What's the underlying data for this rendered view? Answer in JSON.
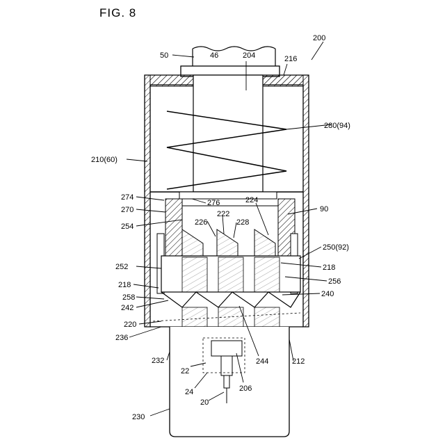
{
  "figure": {
    "title": "FIG. 8"
  },
  "labels": {
    "l200": "200",
    "l50": "50",
    "l46": "46",
    "l204": "204",
    "l216": "216",
    "l280": "280(94)",
    "l210": "210(60)",
    "l274": "274",
    "l276": "276",
    "l224": "224",
    "l90": "90",
    "l270": "270",
    "l222": "222",
    "l226": "226",
    "l228": "228",
    "l254": "254",
    "l250": "250(92)",
    "l252": "252",
    "l218a": "218",
    "l218b": "218",
    "l256": "256",
    "l258": "258",
    "l240": "240",
    "l242": "242",
    "l220": "220",
    "l236": "236",
    "l244": "244",
    "l212": "212",
    "l232": "232",
    "l22": "22",
    "l24": "24",
    "l206": "206",
    "l20": "20",
    "l230": "230"
  }
}
